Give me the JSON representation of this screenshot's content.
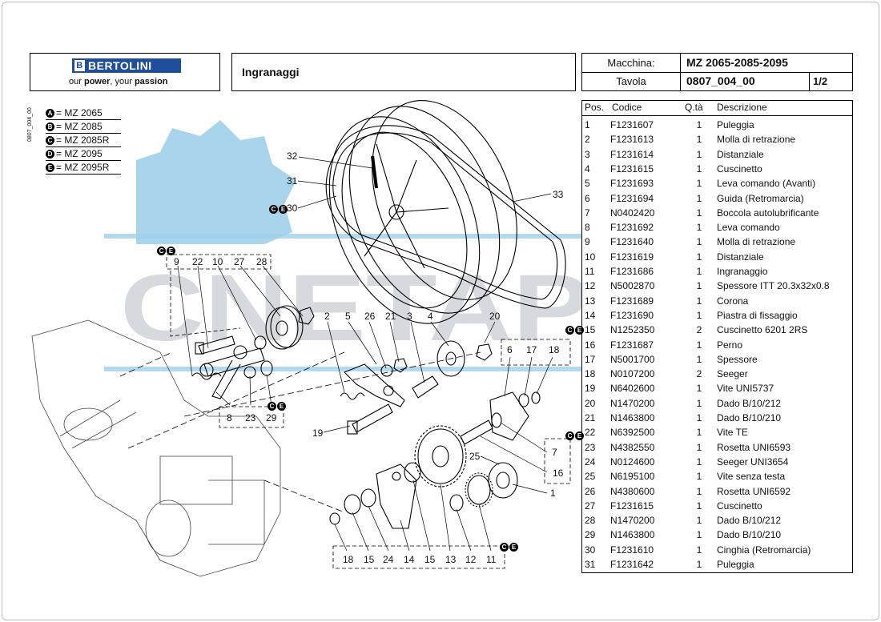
{
  "header": {
    "brand": "BERTOLINI",
    "brand_mark": "B",
    "tagline_prefix": "our ",
    "tagline_bold": "power",
    "tagline_suffix": ", your ",
    "tagline_bold2": "passion",
    "title": "Ingranaggi",
    "machine_label": "Macchina:",
    "machine_value": "MZ 2065-2085-2095",
    "table_label": "Tavola",
    "table_value": "0807_004_00",
    "page": "1/2"
  },
  "sheet_code": "0807_004_00",
  "watermark": "CNETAPO",
  "legend": [
    {
      "badge": "A",
      "text": "= MZ 2065"
    },
    {
      "badge": "B",
      "text": "= MZ 2085"
    },
    {
      "badge": "C",
      "text": "= MZ 2085R"
    },
    {
      "badge": "D",
      "text": "= MZ 2095"
    },
    {
      "badge": "E",
      "text": "= MZ 2095R"
    }
  ],
  "parts_table": {
    "headers": {
      "pos": "Pos.",
      "code": "Codice",
      "qty": "Q.tà",
      "desc": "Descrizione"
    },
    "rows": [
      {
        "pos": "1",
        "code": "F1231607",
        "qty": "1",
        "desc": "Puleggia"
      },
      {
        "pos": "2",
        "code": "F1231613",
        "qty": "1",
        "desc": "Molla di retrazione"
      },
      {
        "pos": "3",
        "code": "F1231614",
        "qty": "1",
        "desc": "Distanziale"
      },
      {
        "pos": "4",
        "code": "F1231615",
        "qty": "1",
        "desc": "Cuscinetto"
      },
      {
        "pos": "5",
        "code": "F1231693",
        "qty": "1",
        "desc": "Leva comando (Avanti)"
      },
      {
        "pos": "6",
        "code": "F1231694",
        "qty": "1",
        "desc": "Guida (Retromarcia)"
      },
      {
        "pos": "7",
        "code": "N0402420",
        "qty": "1",
        "desc": "Boccola autolubrificante"
      },
      {
        "pos": "8",
        "code": "F1231692",
        "qty": "1",
        "desc": "Leva comando"
      },
      {
        "pos": "9",
        "code": "F1231640",
        "qty": "1",
        "desc": "Molla di retrazione"
      },
      {
        "pos": "10",
        "code": "F1231619",
        "qty": "1",
        "desc": "Distanziale"
      },
      {
        "pos": "11",
        "code": "F1231686",
        "qty": "1",
        "desc": "Ingranaggio"
      },
      {
        "pos": "12",
        "code": "N5002870",
        "qty": "1",
        "desc": "Spessore ITT 20.3x32x0.8"
      },
      {
        "pos": "13",
        "code": "F1231689",
        "qty": "1",
        "desc": "Corona"
      },
      {
        "pos": "14",
        "code": "F1231690",
        "qty": "1",
        "desc": "Piastra di fissaggio"
      },
      {
        "pos": "15",
        "code": "N1252350",
        "qty": "2",
        "desc": "Cuscinetto 6201 2RS"
      },
      {
        "pos": "16",
        "code": "F1231687",
        "qty": "1",
        "desc": "Perno"
      },
      {
        "pos": "17",
        "code": "N5001700",
        "qty": "1",
        "desc": "Spessore"
      },
      {
        "pos": "18",
        "code": "N0107200",
        "qty": "2",
        "desc": "Seeger"
      },
      {
        "pos": "19",
        "code": "N6402600",
        "qty": "1",
        "desc": "Vite UNI5737"
      },
      {
        "pos": "20",
        "code": "N1470200",
        "qty": "1",
        "desc": "Dado B/10/212"
      },
      {
        "pos": "21",
        "code": "N1463800",
        "qty": "1",
        "desc": "Dado B/10/210"
      },
      {
        "pos": "22",
        "code": "N6392500",
        "qty": "1",
        "desc": "Vite TE"
      },
      {
        "pos": "23",
        "code": "N4382550",
        "qty": "1",
        "desc": "Rosetta UNI6593"
      },
      {
        "pos": "24",
        "code": "N0124600",
        "qty": "1",
        "desc": "Seeger UNI3654"
      },
      {
        "pos": "25",
        "code": "N6195100",
        "qty": "1",
        "desc": "Vite senza testa"
      },
      {
        "pos": "26",
        "code": "N4380600",
        "qty": "1",
        "desc": "Rosetta UNI6592"
      },
      {
        "pos": "27",
        "code": "F1231615",
        "qty": "1",
        "desc": "Cuscinetto"
      },
      {
        "pos": "28",
        "code": "N1470200",
        "qty": "1",
        "desc": "Dado B/10/212"
      },
      {
        "pos": "29",
        "code": "N1463800",
        "qty": "1",
        "desc": "Dado B/10/210"
      },
      {
        "pos": "30",
        "code": "F1231610",
        "qty": "1",
        "desc": "Cinghia (Retromarcia)"
      },
      {
        "pos": "31",
        "code": "F1231642",
        "qty": "1",
        "desc": "Puleggia"
      }
    ]
  },
  "callouts": {
    "n32": "32",
    "n31": "31",
    "n30": "30",
    "n33": "33",
    "n9": "9",
    "n22": "22",
    "n10": "10",
    "n27": "27",
    "n28": "28",
    "n2": "2",
    "n5": "5",
    "n26": "26",
    "n21": "21",
    "n3": "3",
    "n4": "4",
    "n20": "20",
    "n6": "6",
    "n17": "17",
    "n18": "18",
    "n8": "8",
    "n23": "23",
    "n29": "29",
    "n19": "19",
    "n7": "7",
    "n16": "16",
    "n25": "25",
    "n1": "1",
    "b18": "18",
    "b15": "15",
    "b24": "24",
    "b14": "14",
    "b15b": "15",
    "b13": "13",
    "b12": "12",
    "b11": "11"
  },
  "variant_badges": [
    "C",
    "E"
  ],
  "colors": {
    "brand_blue": "#1f4e9a",
    "watermark_blue": "#9fd0ea",
    "watermark_gray": "#cfd3d8"
  }
}
